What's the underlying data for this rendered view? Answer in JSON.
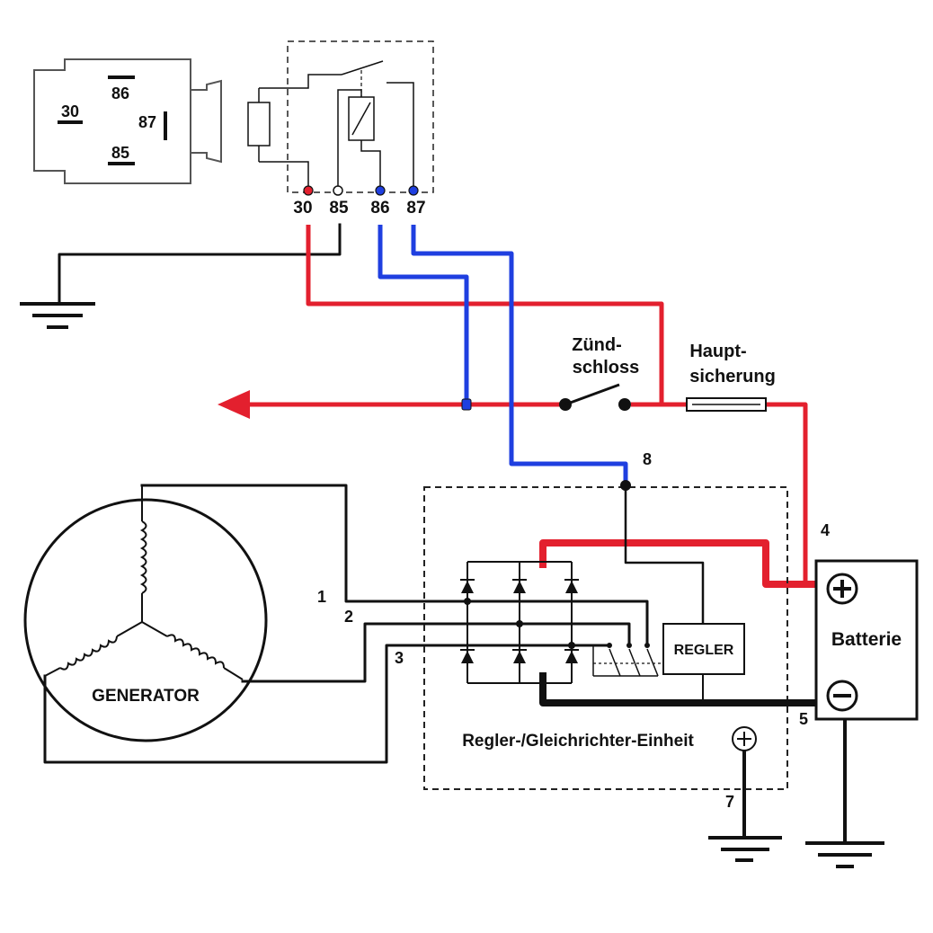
{
  "relay": {
    "socket_pins": [
      "30",
      "86",
      "87",
      "85"
    ],
    "terminals": [
      "30",
      "85",
      "86",
      "87"
    ]
  },
  "labels": {
    "ignition": [
      "Zünd-",
      "schloss"
    ],
    "main_fuse": [
      "Haupt-",
      "sicherung"
    ],
    "generator": "GENERATOR",
    "regulator": "REGLER",
    "unit": "Regler-/Gleichrichter-Einheit",
    "battery": "Batterie"
  },
  "wire_numbers": {
    "w1": "1",
    "w2": "2",
    "w3": "3",
    "w4": "4",
    "w5": "5",
    "w7": "7",
    "w8": "8"
  },
  "colors": {
    "positive_wire": "#e3202e",
    "control_wire": "#1f3fe0",
    "ground_wire": "#111111"
  }
}
